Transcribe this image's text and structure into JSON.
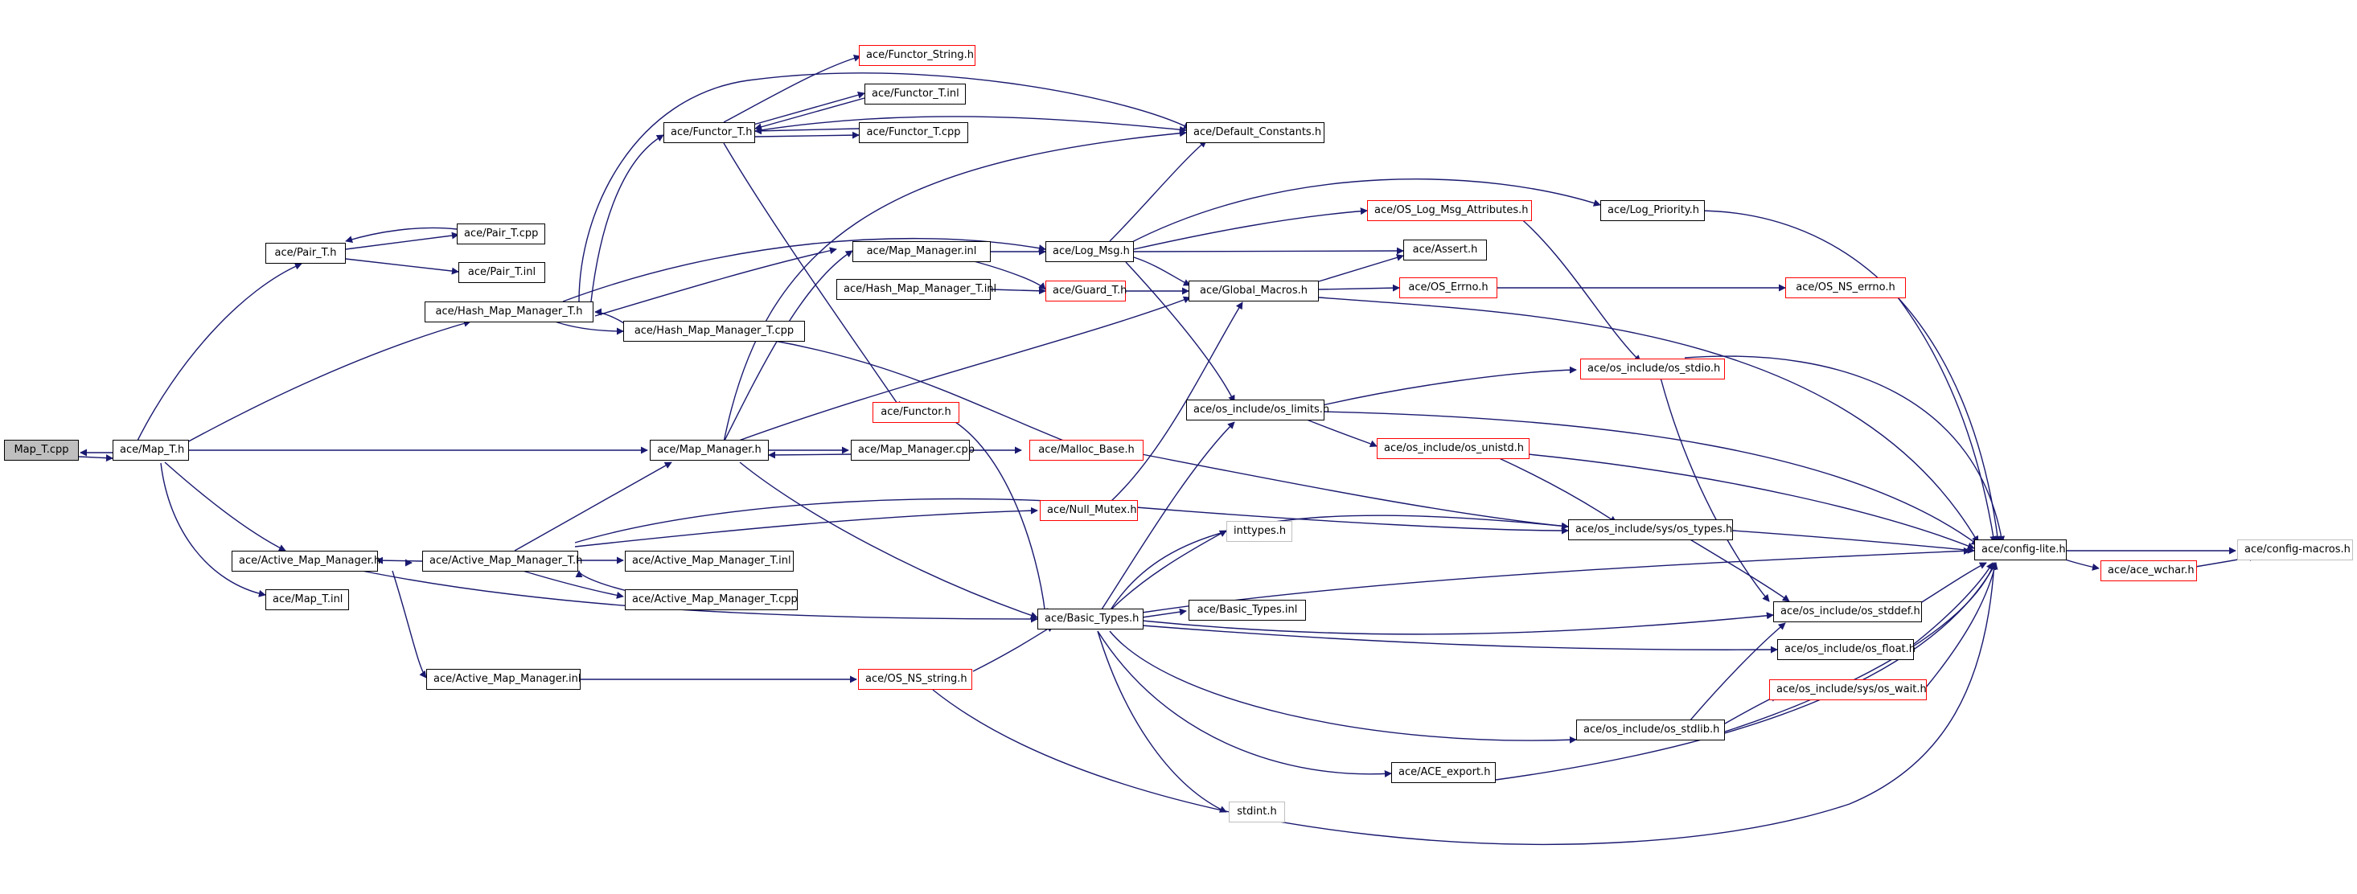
{
  "colors": {
    "edge": "#191970",
    "node_border": "#000000",
    "node_border_incomplete": "#ff0000",
    "node_border_external": "#bfbfbf",
    "root_fill": "#bfbfbf"
  },
  "nodes": {
    "map_t_cpp": {
      "label": "Map_T.cpp",
      "kind": "root"
    },
    "map_t_h": {
      "label": "ace/Map_T.h",
      "kind": "normal"
    },
    "pair_t_h": {
      "label": "ace/Pair_T.h",
      "kind": "normal"
    },
    "pair_t_cpp": {
      "label": "ace/Pair_T.cpp",
      "kind": "normal"
    },
    "pair_t_inl": {
      "label": "ace/Pair_T.inl",
      "kind": "normal"
    },
    "functor_t_h": {
      "label": "ace/Functor_T.h",
      "kind": "normal"
    },
    "functor_string_h": {
      "label": "ace/Functor_String.h",
      "kind": "red"
    },
    "functor_t_inl": {
      "label": "ace/Functor_T.inl",
      "kind": "normal"
    },
    "functor_t_cpp": {
      "label": "ace/Functor_T.cpp",
      "kind": "normal"
    },
    "default_constants_h": {
      "label": "ace/Default_Constants.h",
      "kind": "normal"
    },
    "hash_map_manager_t_h": {
      "label": "ace/Hash_Map_Manager_T.h",
      "kind": "normal"
    },
    "hash_map_manager_t_cpp": {
      "label": "ace/Hash_Map_Manager_T.cpp",
      "kind": "normal"
    },
    "hash_map_manager_t_inl": {
      "label": "ace/Hash_Map_Manager_T.inl",
      "kind": "normal"
    },
    "map_manager_inl": {
      "label": "ace/Map_Manager.inl",
      "kind": "normal"
    },
    "log_msg_h": {
      "label": "ace/Log_Msg.h",
      "kind": "normal"
    },
    "guard_t_h": {
      "label": "ace/Guard_T.h",
      "kind": "red"
    },
    "global_macros_h": {
      "label": "ace/Global_Macros.h",
      "kind": "normal"
    },
    "os_log_msg_attributes_h": {
      "label": "ace/OS_Log_Msg_Attributes.h",
      "kind": "red"
    },
    "assert_h": {
      "label": "ace/Assert.h",
      "kind": "normal"
    },
    "os_errno_h": {
      "label": "ace/OS_Errno.h",
      "kind": "red"
    },
    "log_priority_h": {
      "label": "ace/Log_Priority.h",
      "kind": "normal"
    },
    "os_ns_errno_h": {
      "label": "ace/OS_NS_errno.h",
      "kind": "red"
    },
    "os_stdio_h": {
      "label": "ace/os_include/os_stdio.h",
      "kind": "red"
    },
    "os_limits_h": {
      "label": "ace/os_include/os_limits.h",
      "kind": "normal"
    },
    "functor_h": {
      "label": "ace/Functor.h",
      "kind": "red"
    },
    "map_manager_h": {
      "label": "ace/Map_Manager.h",
      "kind": "normal"
    },
    "map_manager_cpp": {
      "label": "ace/Map_Manager.cpp",
      "kind": "normal"
    },
    "malloc_base_h": {
      "label": "ace/Malloc_Base.h",
      "kind": "red"
    },
    "os_unistd_h": {
      "label": "ace/os_include/os_unistd.h",
      "kind": "red"
    },
    "null_mutex_h": {
      "label": "ace/Null_Mutex.h",
      "kind": "red"
    },
    "os_sys_types_h": {
      "label": "ace/os_include/sys/os_types.h",
      "kind": "normal"
    },
    "inttypes_h": {
      "label": "inttypes.h",
      "kind": "grey"
    },
    "config_lite_h": {
      "label": "ace/config-lite.h",
      "kind": "normal"
    },
    "config_macros_h": {
      "label": "ace/config-macros.h",
      "kind": "grey"
    },
    "ace_wchar_h": {
      "label": "ace/ace_wchar.h",
      "kind": "red"
    },
    "active_map_manager_h": {
      "label": "ace/Active_Map_Manager.h",
      "kind": "normal"
    },
    "active_map_manager_t_h": {
      "label": "ace/Active_Map_Manager_T.h",
      "kind": "normal"
    },
    "active_map_manager_t_inl": {
      "label": "ace/Active_Map_Manager_T.inl",
      "kind": "normal"
    },
    "active_map_manager_t_cpp": {
      "label": "ace/Active_Map_Manager_T.cpp",
      "kind": "normal"
    },
    "map_t_inl": {
      "label": "ace/Map_T.inl",
      "kind": "normal"
    },
    "basic_types_h": {
      "label": "ace/Basic_Types.h",
      "kind": "normal"
    },
    "basic_types_inl": {
      "label": "ace/Basic_Types.inl",
      "kind": "normal"
    },
    "os_stddef_h": {
      "label": "ace/os_include/os_stddef.h",
      "kind": "normal"
    },
    "os_float_h": {
      "label": "ace/os_include/os_float.h",
      "kind": "normal"
    },
    "os_sys_wait_h": {
      "label": "ace/os_include/sys/os_wait.h",
      "kind": "red"
    },
    "active_map_manager_inl": {
      "label": "ace/Active_Map_Manager.inl",
      "kind": "normal"
    },
    "os_ns_string_h": {
      "label": "ace/OS_NS_string.h",
      "kind": "red"
    },
    "os_stdlib_h": {
      "label": "ace/os_include/os_stdlib.h",
      "kind": "normal"
    },
    "ace_export_h": {
      "label": "ace/ACE_export.h",
      "kind": "normal"
    },
    "stdint_h": {
      "label": "stdint.h",
      "kind": "grey"
    }
  }
}
